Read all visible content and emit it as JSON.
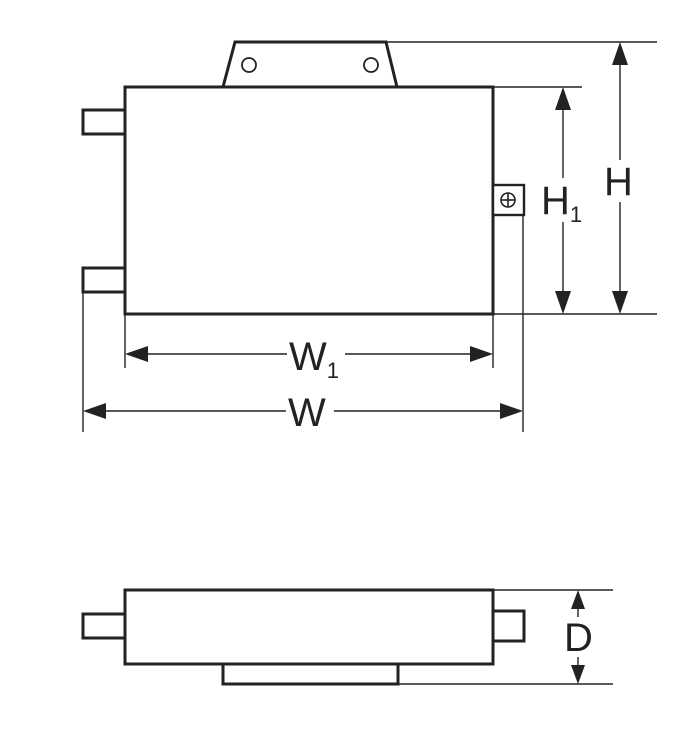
{
  "labels": {
    "w1": {
      "main": "W",
      "sub": "1"
    },
    "w": {
      "main": "W"
    },
    "h1": {
      "main": "H",
      "sub": "1"
    },
    "h": {
      "main": "H"
    },
    "d": {
      "main": "D"
    }
  },
  "symbols": {
    "ground_terminal_icon": "ground-terminal-icon"
  },
  "colors": {
    "line": "#222222",
    "background": "#ffffff"
  }
}
